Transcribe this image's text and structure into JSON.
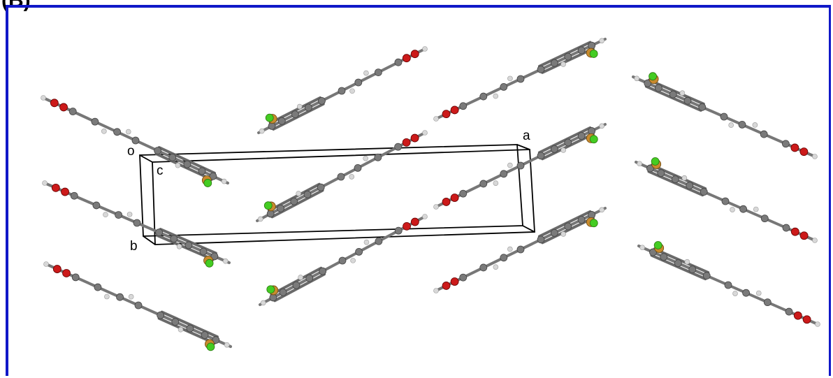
{
  "figure": {
    "panel_label": "(B)",
    "frame_color": "#1018c8"
  },
  "unit_cell": {
    "labels": {
      "origin": "o",
      "a": "a",
      "b": "b",
      "c": "c"
    },
    "edge_color": "#000000"
  },
  "atom_colors": {
    "carbon": "#7a7a7a",
    "hydrogen": "#d8d8d8",
    "oxygen": "#cc1a1a",
    "bromine": "#c98a2e",
    "chlorine": "#44cc22"
  }
}
